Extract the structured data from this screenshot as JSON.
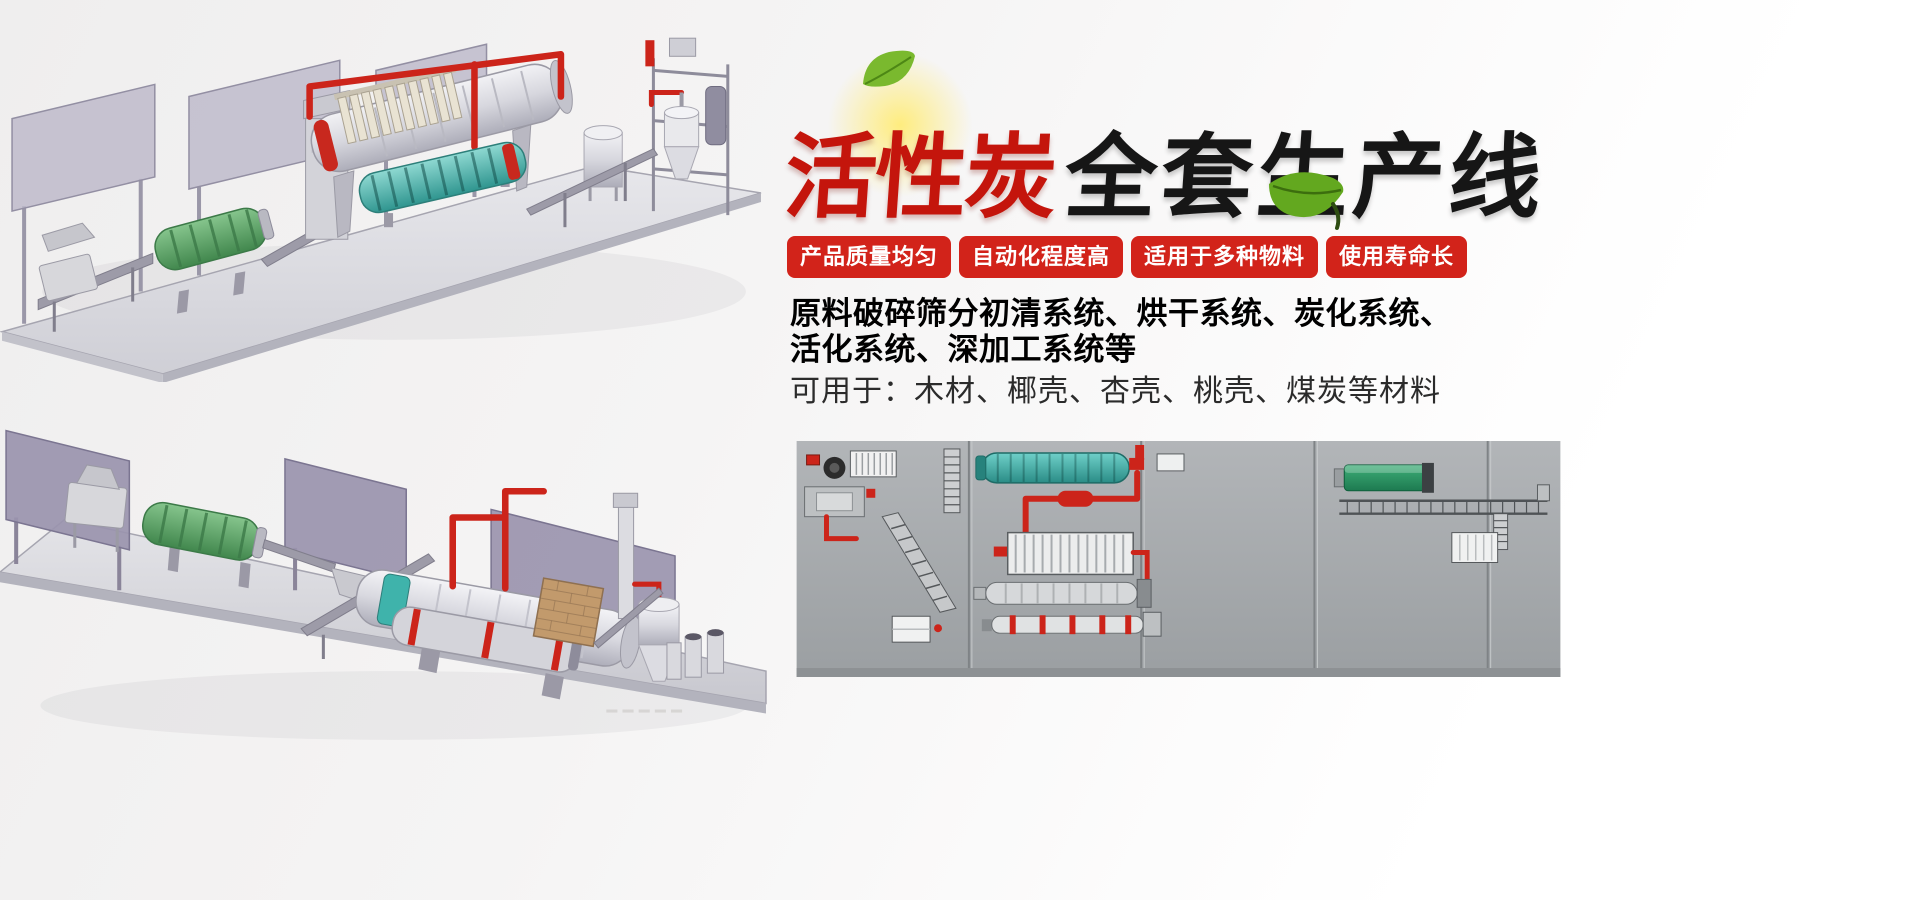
{
  "hero": {
    "title_red": "活性炭",
    "title_black": "全套生产线",
    "badges": [
      "产品质量均匀",
      "自动化程度高",
      "适用于多种物料",
      "使用寿命长"
    ],
    "description_bold_line1": "原料破碎筛分初清系统、烘干系统、炭化系统、",
    "description_bold_line2": "活化系统、深加工系统等",
    "description_note": "可用于：木材、椰壳、杏壳、桃壳、煤炭等材料"
  },
  "colors": {
    "accent_red": "#d2231a",
    "title_red": "#c4150c",
    "title_black": "#161616",
    "pipe_red": "#cc241a",
    "drum_teal": "#3fb3ab",
    "drum_green": "#57a564",
    "diagram_panel": "#a7abae"
  },
  "illustrations": {
    "top_render": "activated-carbon-production-line-3d-view-1",
    "bottom_render": "activated-carbon-production-line-3d-view-2",
    "layout_diagram": "plant-layout-top-view"
  }
}
